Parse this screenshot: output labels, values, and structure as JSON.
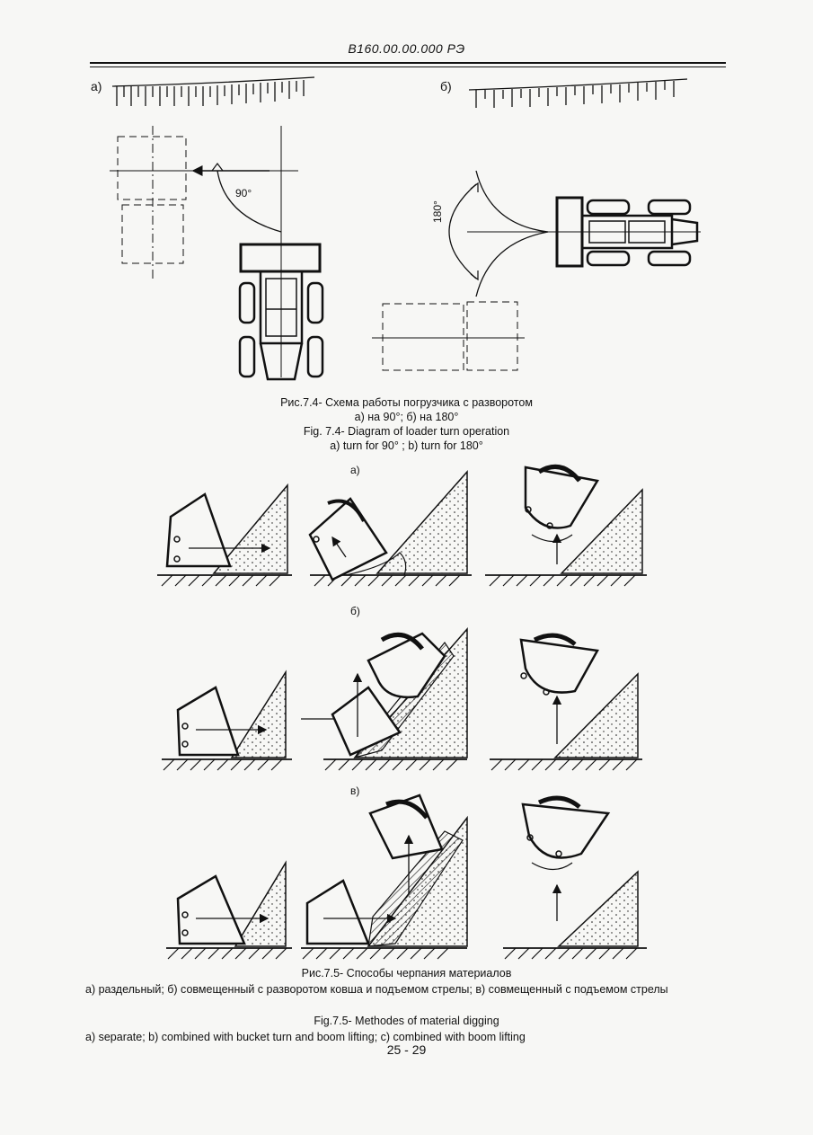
{
  "header": {
    "doc_code": "В160.00.00.000 РЭ"
  },
  "fig74": {
    "label_a": "а)",
    "label_b": "б)",
    "angle_90": "90°",
    "angle_180": "180°",
    "caption_ru": "Рис.7.4- Схема работы погрузчика с разворотом",
    "caption_ru_sub": "а)  на  90°; б)  на  180°",
    "caption_en": "Fig. 7.4- Diagram of loader turn operation",
    "caption_en_sub": "a) turn for 90° ;    b)  turn for 180°"
  },
  "fig75": {
    "label_a": "а)",
    "label_b": "б)",
    "label_c": "в)",
    "caption_ru": "Рис.7.5- Способы черпания материалов",
    "desc_ru": "а) раздельный; б) совмещенный с разворотом ковша и подъемом стрелы; в)  совмещенный с подъемом стрелы",
    "caption_en": "Fig.7.5- Methodes of material digging",
    "desc_en": "a) separate;  b) combined with bucket turn and boom lifting; c) combined with boom lifting"
  },
  "footer": {
    "page_number": "25 - 29"
  }
}
